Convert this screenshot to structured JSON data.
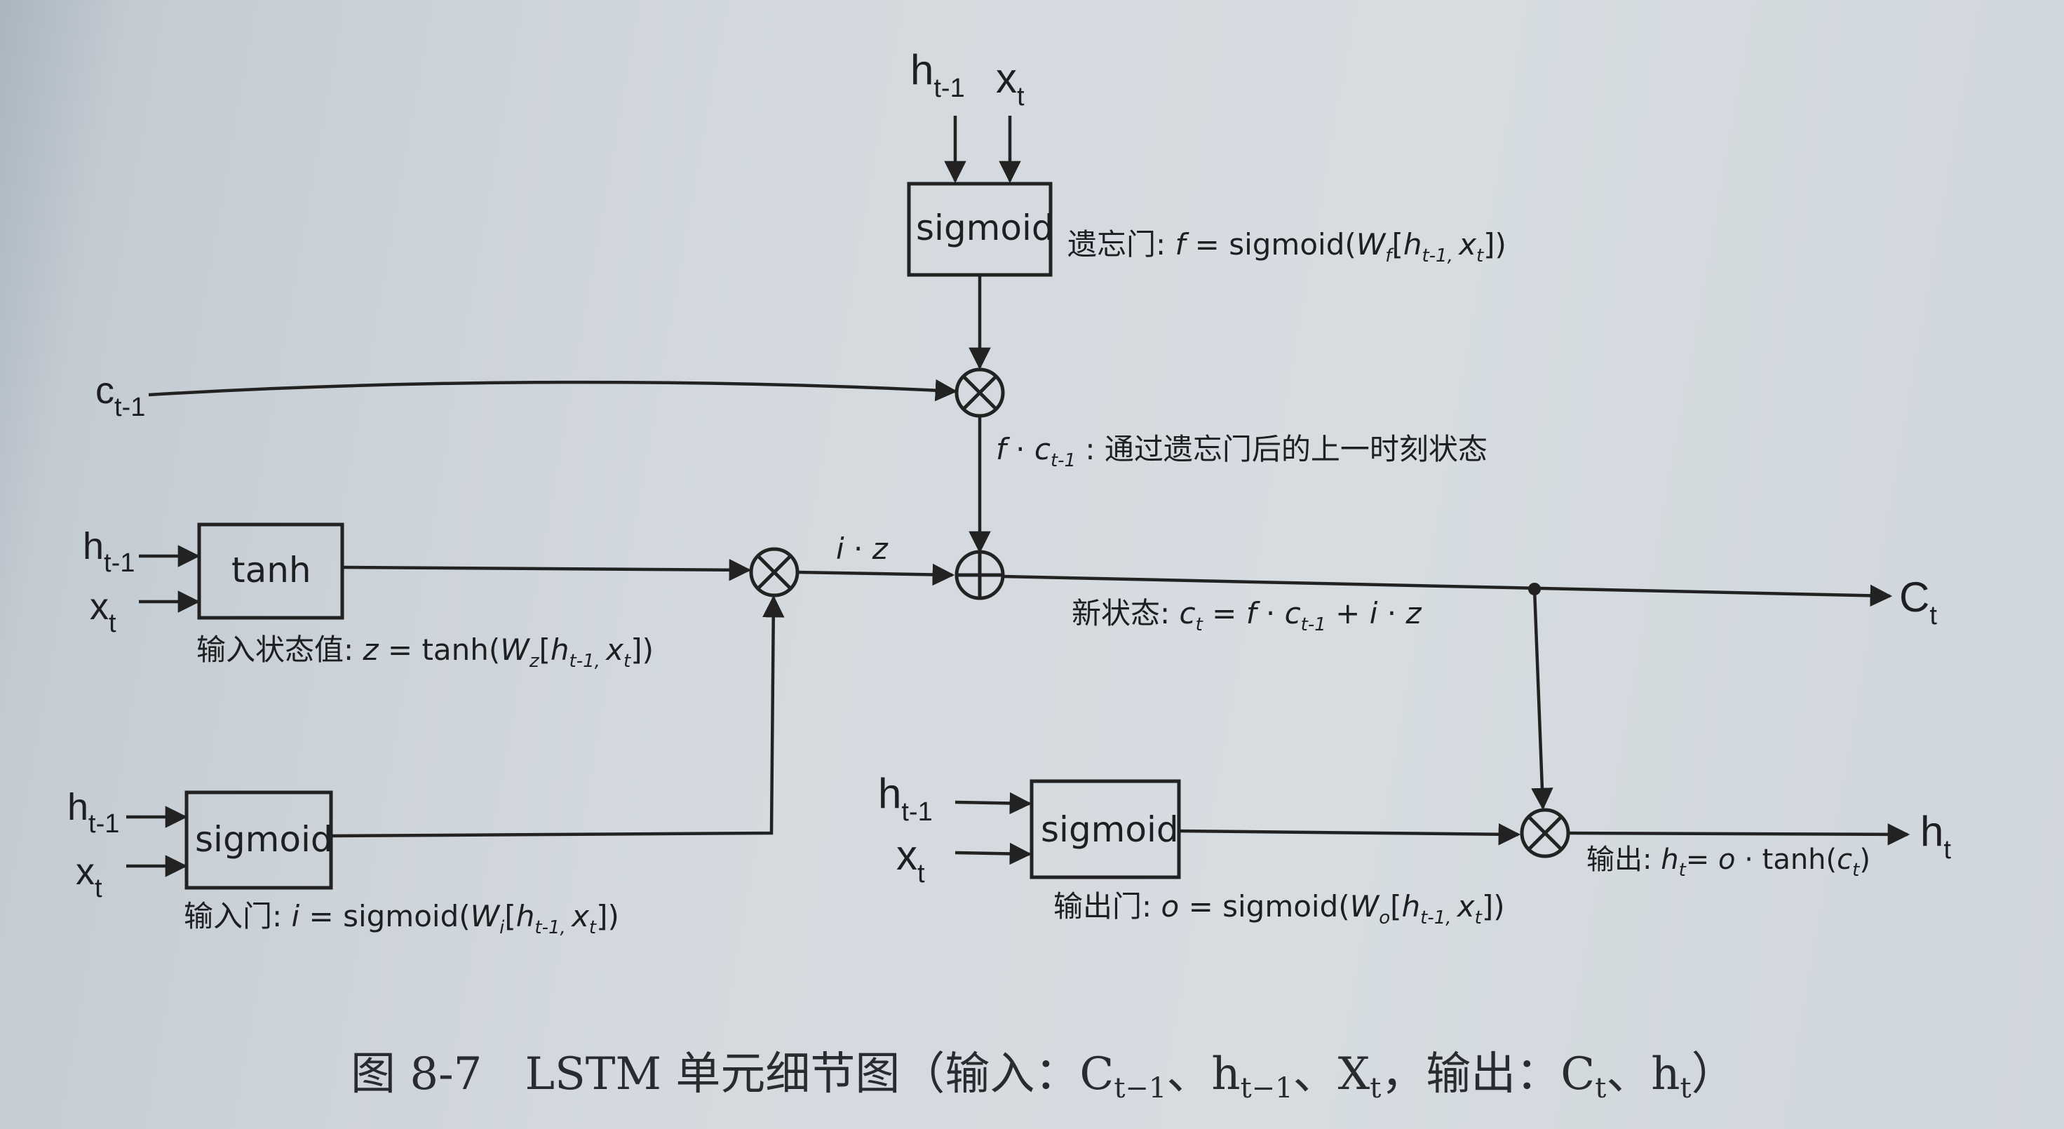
{
  "forget_gate": {
    "box": "sigmoid",
    "in_h": "h",
    "in_h_sub": "t-1",
    "in_x": "x",
    "in_x_sub": "t",
    "formula": {
      "prefix": "遗忘门: ",
      "lhs": "f",
      "eq": " = sigmoid(",
      "w": "W",
      "w_sub": "f",
      "mid": "[",
      "h": "h",
      "h_sub": "t-1, ",
      "x": "x",
      "x_sub": "t",
      "close": "])"
    }
  },
  "cell_input": {
    "c": "c",
    "c_sub": "t-1"
  },
  "forget_product": {
    "f": "f",
    "dot": " · ",
    "c": "c",
    "c_sub": "t-1",
    "desc": " : 通过遗忘门后的上一时刻状态"
  },
  "candidate": {
    "box": "tanh",
    "in_h": "h",
    "in_h_sub": "t-1",
    "in_x": "x",
    "in_x_sub": "t",
    "formula": {
      "prefix": "输入状态值: ",
      "lhs": "z",
      "eq": " = tanh(",
      "w": "W",
      "w_sub": "z",
      "mid": "[",
      "h": "h",
      "h_sub": "t-1, ",
      "x": "x",
      "x_sub": "t",
      "close": "])"
    }
  },
  "iz_label": {
    "i": "i",
    "dot": " · ",
    "z": "z"
  },
  "input_gate": {
    "box": "sigmoid",
    "in_h": "h",
    "in_h_sub": "t-1",
    "in_x": "x",
    "in_x_sub": "t",
    "formula": {
      "prefix": "输入门: ",
      "lhs": "i",
      "eq": " = sigmoid(",
      "w": "W",
      "w_sub": "i",
      "mid": "[",
      "h": "h",
      "h_sub": "t-1, ",
      "x": "x",
      "x_sub": "t",
      "close": "])"
    }
  },
  "new_state": {
    "prefix": "新状态: ",
    "c": "c",
    "c_sub": "t",
    "eq": " = ",
    "f": "f",
    "dot1": " · ",
    "c2": "c",
    "c2_sub": "t-1",
    "plus": " + ",
    "i": "i",
    "dot2": " · ",
    "z": "z"
  },
  "output_ct": {
    "c": "C",
    "c_sub": "t"
  },
  "output_gate": {
    "box": "sigmoid",
    "in_h": "h",
    "in_h_sub": "t-1",
    "in_x": "x",
    "in_x_sub": "t",
    "formula": {
      "prefix": "输出门: ",
      "lhs": "o",
      "eq": " = sigmoid(",
      "w": "W",
      "w_sub": "o",
      "mid": "[",
      "h": "h",
      "h_sub": "t-1, ",
      "x": "x",
      "x_sub": "t",
      "close": "])"
    }
  },
  "output": {
    "prefix": "输出: ",
    "h": "h",
    "h_sub": "t",
    "eq": "= ",
    "o": "o",
    "rest": " · tanh(",
    "c": "c",
    "c_sub": "t",
    "close": ")"
  },
  "output_ht": {
    "h": "h",
    "h_sub": "t"
  },
  "caption": {
    "fig": "图 8-7",
    "title": "LSTM 单元细节图（输入：C",
    "s1": "t−1",
    "p1": "、h",
    "s2": "t−1",
    "p2": "、X",
    "s3": "t",
    "p3": "，输出：C",
    "s4": "t",
    "p4": "、h",
    "s5": "t",
    "p5": "）"
  },
  "colors": {
    "ink": "#222222",
    "paper": "#d3d9de"
  }
}
